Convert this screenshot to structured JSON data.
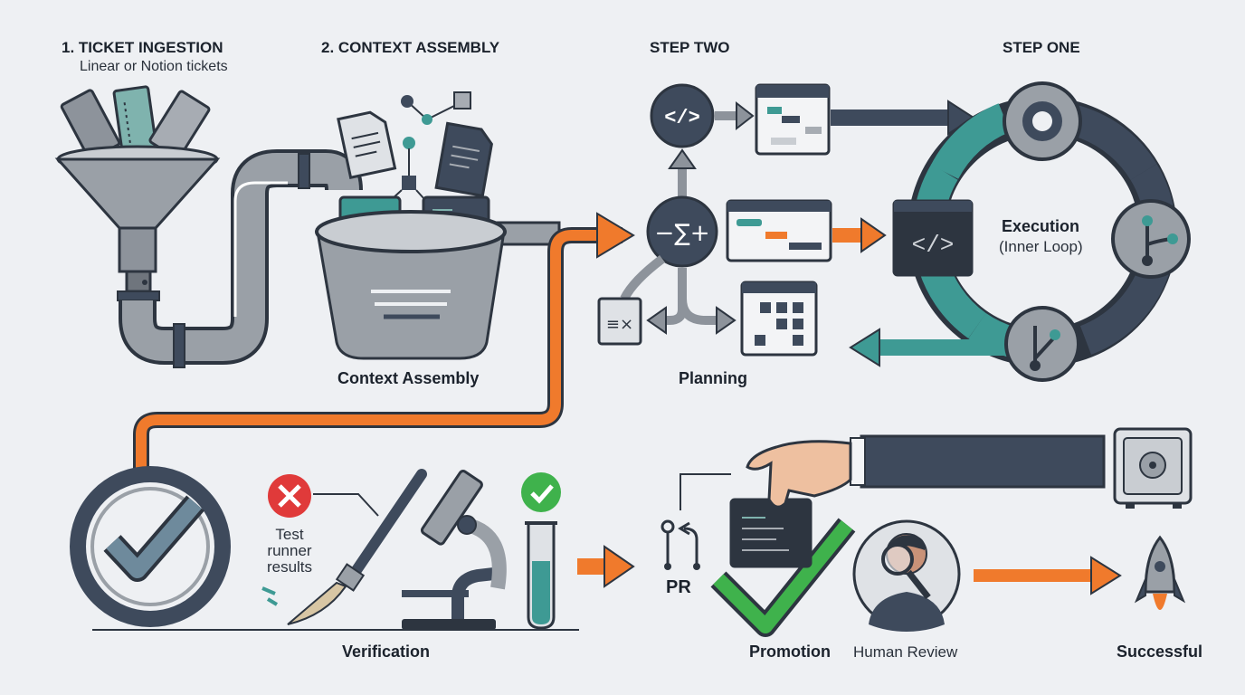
{
  "stages": {
    "ticket_ingestion": {
      "title": "1. TICKET INGESTION",
      "subtitle": "Linear or Notion tickets"
    },
    "context_assembly": {
      "title": "2. CONTEXT ASSEMBLY",
      "caption": "Context Assembly"
    },
    "planning": {
      "title": "STEP TWO",
      "caption": "Planning"
    },
    "execution": {
      "title": "STEP ONE",
      "caption": "Execution",
      "subcaption": "(Inner Loop)"
    },
    "verification": {
      "caption": "Verification",
      "test_label_lines": [
        "Test",
        "runner",
        "results"
      ]
    },
    "promotion": {
      "caption": "Promotion",
      "pr_label": "PR",
      "review_label": "Human Review"
    },
    "success": {
      "caption": "Successful"
    }
  },
  "icons": [
    "ticket-icon",
    "funnel-icon",
    "pipe-icon",
    "bucket-icon",
    "document-icon",
    "code-icon",
    "sigma-icon",
    "gantt-icon",
    "grid-icon",
    "git-branch-icon",
    "check-circle-icon",
    "error-icon",
    "success-icon",
    "brush-icon",
    "microscope-icon",
    "test-tube-icon",
    "pull-request-icon",
    "hand-icon",
    "safe-icon",
    "magnifier-icon",
    "rocket-icon"
  ],
  "colors": {
    "accent_orange": "#f07a2c",
    "teal": "#3e9a94",
    "slate": "#3e4a5c",
    "gray": "#8d939b",
    "success_green": "#3fb24c",
    "error_red": "#e03a3a",
    "background": "#eef0f3"
  }
}
